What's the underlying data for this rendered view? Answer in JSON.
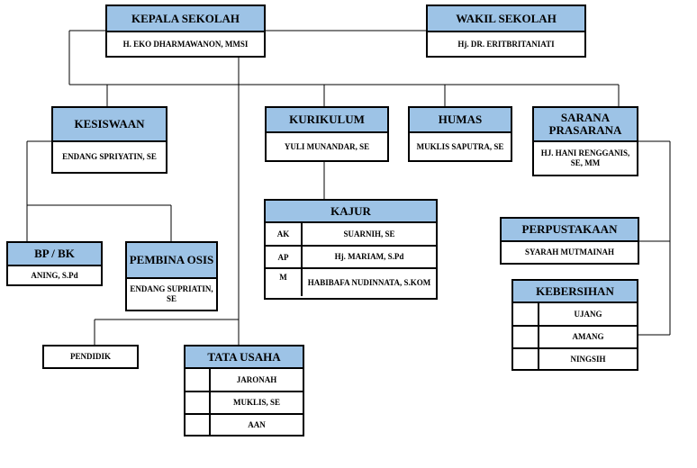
{
  "kepala_sekolah": {
    "title": "KEPALA SEKOLAH",
    "name": "H. EKO DHARMAWANON, MMSI"
  },
  "wakil_sekolah": {
    "title": "WAKIL SEKOLAH",
    "name": "Hj. DR. ERITBRITANIATI"
  },
  "kesiswaan": {
    "title": "KESISWAAN",
    "name": "ENDANG SPRIYATIN, SE"
  },
  "kurikulum": {
    "title": "KURIKULUM",
    "name": "YULI MUNANDAR, SE"
  },
  "humas": {
    "title": "HUMAS",
    "name": "MUKLIS SAPUTRA, SE"
  },
  "sarana_prasarana": {
    "title": "SARANA PRASARANA",
    "name": "HJ. HANI RENGGANIS, SE, MM"
  },
  "bp_bk": {
    "title": "BP / BK",
    "name": "ANING, S.Pd"
  },
  "pembina_osis": {
    "title": "PEMBINA OSIS",
    "name": "ENDANG SUPRIATIN, SE"
  },
  "kajur": {
    "title": "KAJUR",
    "rows": [
      {
        "code": "AK",
        "name": "SUARNIH, SE"
      },
      {
        "code": "AP",
        "name": "Hj. MARIAM, S.Pd"
      },
      {
        "code": "M",
        "name": "HABIBAFA NUDINNATA, S.KOM"
      }
    ]
  },
  "perpustakaan": {
    "title": "PERPUSTAKAAN",
    "name": "SYARAH MUTMAINAH"
  },
  "kebersihan": {
    "title": "KEBERSIHAN",
    "rows": [
      "UJANG",
      "AMANG",
      "NINGSIH"
    ]
  },
  "pendidik": {
    "label": "PENDIDIK"
  },
  "tata_usaha": {
    "title": "TATA USAHA",
    "rows": [
      "JARONAH",
      "MUKLIS, SE",
      "AAN"
    ]
  }
}
